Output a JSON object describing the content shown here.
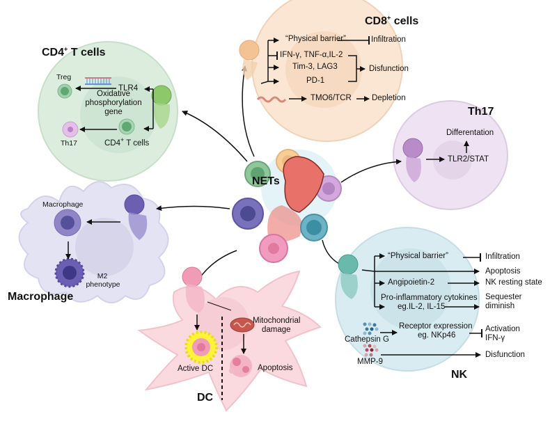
{
  "center": {
    "label": "NETs"
  },
  "cd8": {
    "title": "CD8",
    "title_sup": "+",
    "title_suffix": " cells",
    "physical_barrier": "“Physical barrier”",
    "infiltration": "Infiltration",
    "cytokines": "IFN-γ, TNF-α,IL-2",
    "tim3": "Tim-3, LAG3",
    "pd1": "PD-1",
    "disfunction": "Disfunction",
    "tmo6": "TMO6/TCR",
    "depletion": "Depletion"
  },
  "cd4": {
    "title": "CD4",
    "title_sup": "+",
    "title_suffix": " T cells",
    "treg": "Treg",
    "tlr4": "TLR4",
    "oxphos_line1": "Oxidative",
    "oxphos_line2": "phosphorylation",
    "oxphos_line3": "gene",
    "th17": "Th17",
    "cd4_cells": "CD4",
    "cd4_cells_sup": "+",
    "cd4_cells_suffix": " T cells"
  },
  "th17": {
    "title": "Th17",
    "differentiation": "Differentation",
    "tlr2": "TLR2/STAT"
  },
  "macrophage": {
    "title": "Macrophage",
    "macrophage_label": "Macrophage",
    "m2_line1": "M2",
    "m2_line2": "phenotype"
  },
  "dc": {
    "title": "DC",
    "active_dc": "Active DC",
    "mito_line1": "Mitochondrial",
    "mito_line2": "damage",
    "apoptosis": "Apoptosis"
  },
  "nk": {
    "title": "NK",
    "physical_barrier": "“Physical barrier”",
    "infiltration": "Infiltration",
    "apoptosis": "Apoptosis",
    "angiopoietin": "Angipoietin-2",
    "nk_resting": "NK resting state",
    "proinflam_line1": "Pro-inflammatory cytokines",
    "proinflam_line2": "eg.IL-2, IL-15",
    "sequester_line1": "Sequester",
    "sequester_line2": "diminish",
    "cathepsin": "Cathepsin G",
    "receptor_line1": "Receptor expression",
    "receptor_line2": "eg. NKp46",
    "activation_line1": "Activation",
    "activation_line2": "IFN-γ",
    "mmp9": "MMP-9",
    "disfunction": "Disfunction"
  },
  "colors": {
    "cd8_bg": "#fbe3cf",
    "cd4_bg": "#d9ecdc",
    "th17_bg": "#efe0f2",
    "macro_bg": "#e4e3f3",
    "dc_bg": "#f9d6de",
    "nk_bg": "#d6eaf0",
    "neutrophil_red": "#e5736b"
  }
}
